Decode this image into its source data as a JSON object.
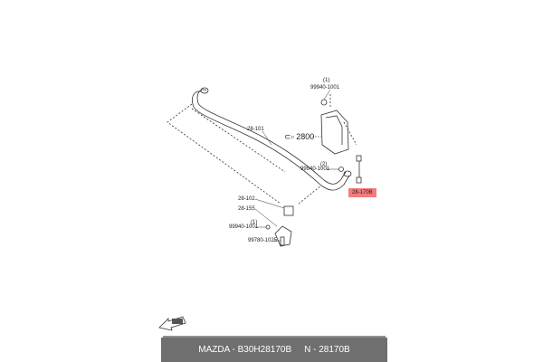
{
  "callouts": {
    "bolt_top": {
      "part": "99940-1001",
      "qty": "(1)"
    },
    "assembly": {
      "part": "2800"
    },
    "stabilizer_bar": {
      "part": "28-101"
    },
    "nut_mid": {
      "part": "99940-1001",
      "qty": "(2)"
    },
    "link": {
      "part": "28-170B",
      "highlight": "#f47c7c"
    },
    "bushing": {
      "part": "28-102"
    },
    "bracket": {
      "part": "28-155"
    },
    "nut_low": {
      "part": "99940-1001",
      "qty": "(1)"
    },
    "bolt_low": {
      "part": "99780-1025"
    }
  },
  "footer": {
    "brand_part": "MAZDA - B30H28170B",
    "number": "N - 28170B",
    "background": "#6f6f6f"
  },
  "icons": {
    "front_arrow": "front-arrow-icon"
  }
}
